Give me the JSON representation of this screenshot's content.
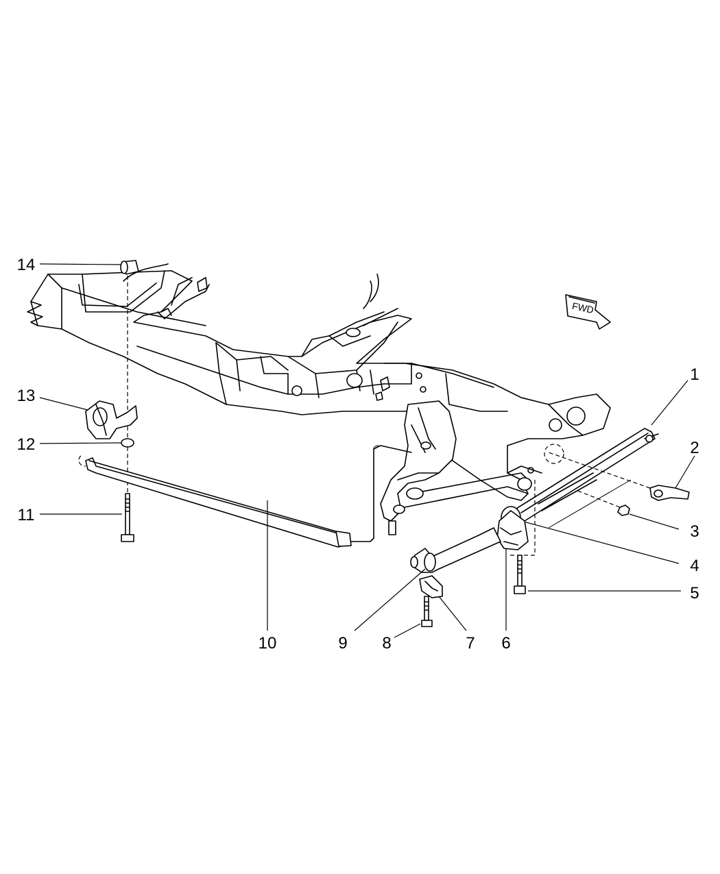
{
  "diagram": {
    "fwd_badge": "FWD",
    "callouts": [
      {
        "id": "1",
        "label": "1"
      },
      {
        "id": "2",
        "label": "2"
      },
      {
        "id": "3",
        "label": "3"
      },
      {
        "id": "4",
        "label": "4"
      },
      {
        "id": "5",
        "label": "5"
      },
      {
        "id": "6",
        "label": "6"
      },
      {
        "id": "7",
        "label": "7"
      },
      {
        "id": "8",
        "label": "8"
      },
      {
        "id": "9",
        "label": "9"
      },
      {
        "id": "10",
        "label": "10"
      },
      {
        "id": "11",
        "label": "11"
      },
      {
        "id": "12",
        "label": "12"
      },
      {
        "id": "13",
        "label": "13"
      },
      {
        "id": "14",
        "label": "14"
      }
    ],
    "colors": {
      "ink": "#000000",
      "background": "#ffffff"
    }
  }
}
